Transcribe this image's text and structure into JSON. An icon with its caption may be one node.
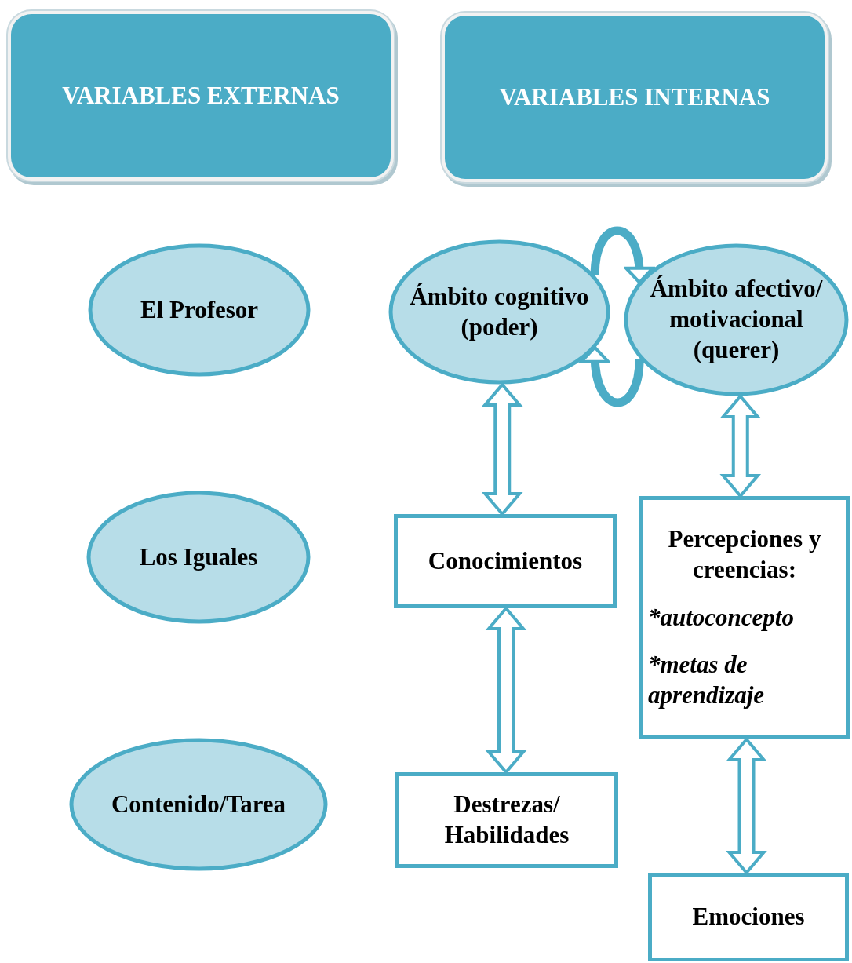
{
  "diagram": {
    "nodes": [
      {
        "text": [
          "VARIABLES EXTERNAS"
        ]
      },
      {
        "text": [
          "VARIABLES INTERNAS"
        ]
      },
      {
        "text": [
          "El Profesor"
        ]
      },
      {
        "text": [
          "Ámbito cognitivo (poder)"
        ]
      },
      {
        "text": [
          "Ámbito afectivo/ motivacional (querer)"
        ]
      },
      {
        "text": [
          "Los Iguales"
        ]
      },
      {
        "text": [
          "Conocimientos"
        ]
      },
      {
        "text": [
          "Percepciones y creencias:",
          "*autoconcepto",
          "*metas de aprendizaje"
        ]
      },
      {
        "text": [
          "Contenido/Tarea"
        ]
      },
      {
        "text": [
          "Destrezas/ Habilidades"
        ]
      },
      {
        "text": [
          "Emociones"
        ]
      }
    ],
    "edges": [
      {
        "from": 3,
        "to": 4,
        "arrow": "to"
      },
      {
        "from": 4,
        "to": 3,
        "arrow": "to"
      },
      {
        "from": 3,
        "to": 6,
        "arrow": "both"
      },
      {
        "from": 4,
        "to": 7,
        "arrow": "both"
      },
      {
        "from": 6,
        "to": 9,
        "arrow": "both"
      },
      {
        "from": 7,
        "to": 10,
        "arrow": "both"
      }
    ]
  }
}
